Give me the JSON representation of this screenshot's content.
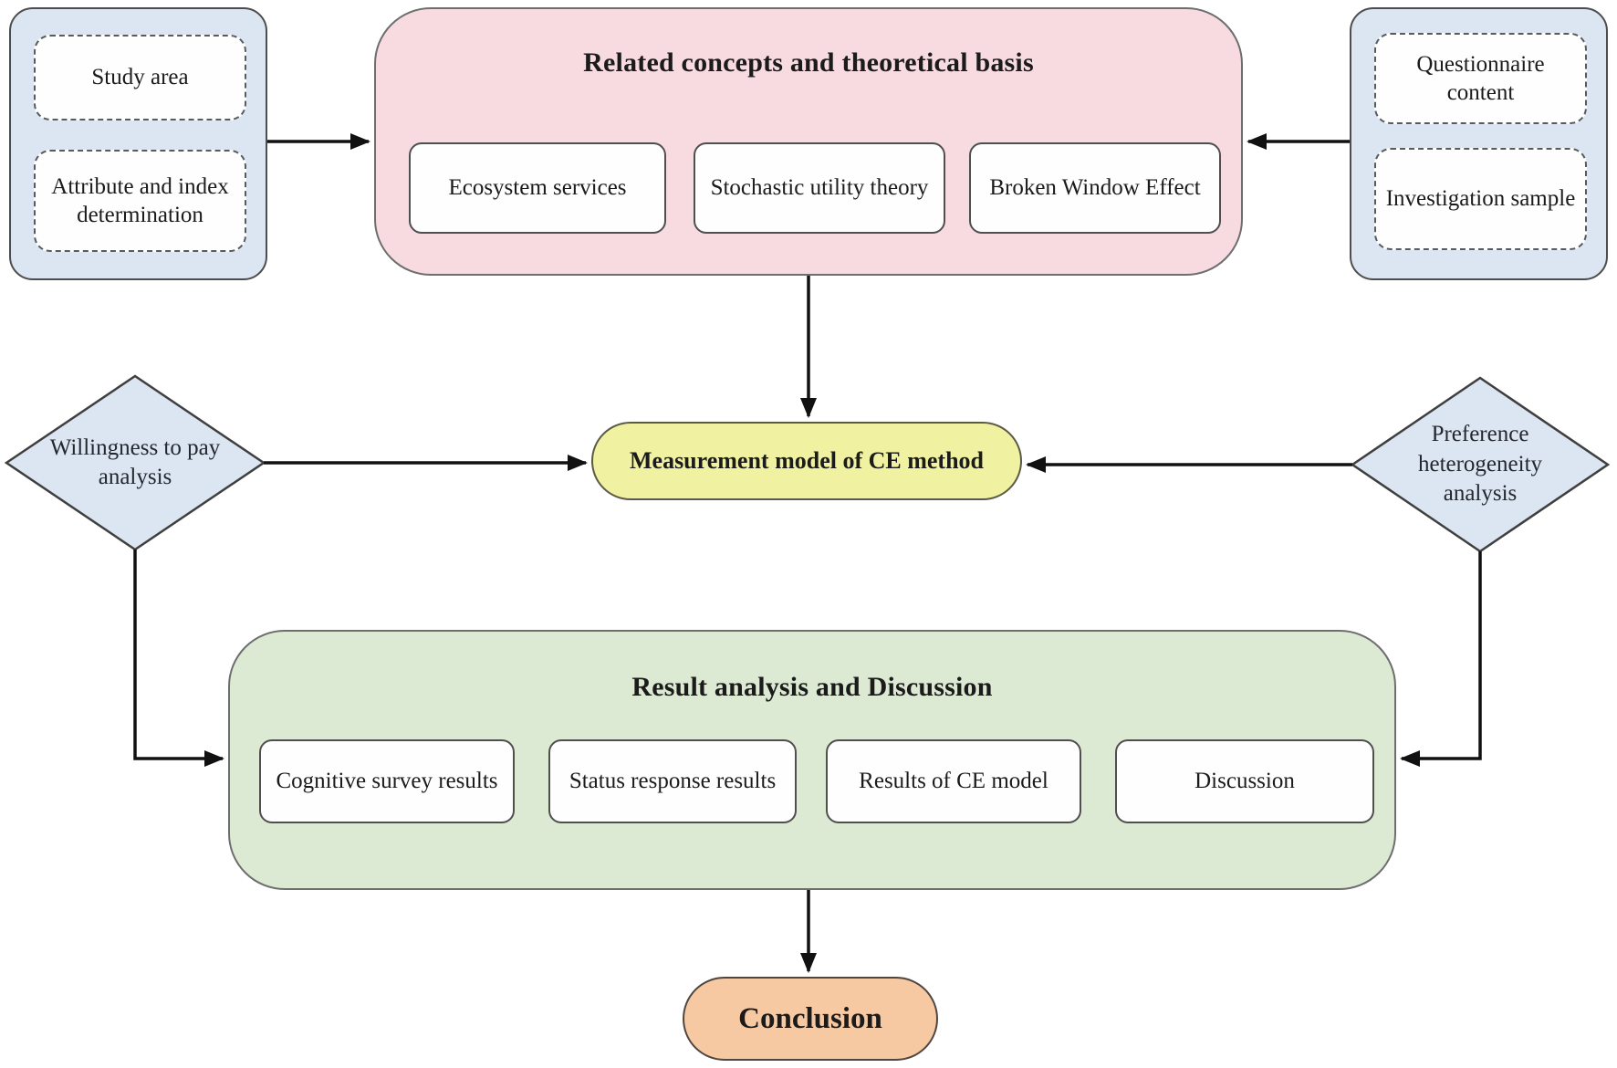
{
  "diagram": {
    "left_panel": {
      "items": [
        {
          "label": "Study area"
        },
        {
          "label": "Attribute and index determination"
        }
      ]
    },
    "right_panel": {
      "items": [
        {
          "label": "Questionnaire content"
        },
        {
          "label": "Investigation sample"
        }
      ]
    },
    "concepts": {
      "title": "Related concepts and theoretical basis",
      "items": [
        {
          "label": "Ecosystem services"
        },
        {
          "label": "Stochastic utility theory"
        },
        {
          "label": "Broken Window Effect"
        }
      ]
    },
    "wtp_diamond": {
      "label": "Willingness to pay analysis"
    },
    "preference_diamond": {
      "label": "Preference heterogeneity analysis"
    },
    "measurement": {
      "label": "Measurement model of CE method"
    },
    "results": {
      "title": "Result analysis and Discussion",
      "items": [
        {
          "label": "Cognitive survey results"
        },
        {
          "label": "Status response results"
        },
        {
          "label": "Results of CE model"
        },
        {
          "label": "Discussion"
        }
      ]
    },
    "conclusion": {
      "label": "Conclusion"
    }
  },
  "colors": {
    "panel_blue": "#dbe6f2",
    "box_pink": "#f8dbe1",
    "box_green": "#ddead3",
    "pill_yellow": "#f1f2a1",
    "pill_orange": "#f6c9a3",
    "white_node": "#fefefe",
    "line": "#111111",
    "border_dark": "#4d4d4d"
  }
}
